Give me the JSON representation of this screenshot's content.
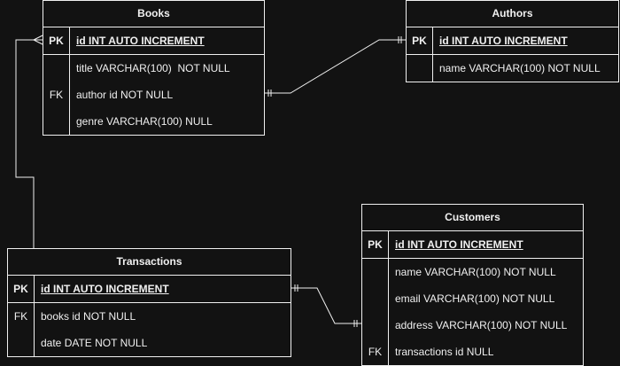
{
  "tables": {
    "books": {
      "title": "Books",
      "rows": [
        {
          "key": "PK",
          "name": "id INT AUTO INCREMENT"
        },
        {
          "key": "",
          "name": "title VARCHAR(100)  NOT NULL"
        },
        {
          "key": "FK",
          "name": "author id NOT NULL"
        },
        {
          "key": "",
          "name": "genre VARCHAR(100) NULL"
        }
      ]
    },
    "authors": {
      "title": "Authors",
      "rows": [
        {
          "key": "PK",
          "name": "id INT AUTO INCREMENT"
        },
        {
          "key": "",
          "name": "name VARCHAR(100) NOT NULL"
        }
      ]
    },
    "transactions": {
      "title": "Transactions",
      "rows": [
        {
          "key": "PK",
          "name": "id INT AUTO INCREMENT"
        },
        {
          "key": "FK",
          "name": "books id NOT NULL"
        },
        {
          "key": "",
          "name": "date DATE NOT NULL"
        }
      ]
    },
    "customers": {
      "title": "Customers",
      "rows": [
        {
          "key": "PK",
          "name": "id INT AUTO INCREMENT"
        },
        {
          "key": "",
          "name": "name VARCHAR(100) NOT NULL"
        },
        {
          "key": "",
          "name": "email VARCHAR(100) NOT NULL"
        },
        {
          "key": "",
          "name": "address VARCHAR(100) NOT NULL"
        },
        {
          "key": "FK",
          "name": "transactions id NULL"
        }
      ]
    }
  },
  "colors": {
    "background": "#121212",
    "line": "#f0f0f0"
  }
}
